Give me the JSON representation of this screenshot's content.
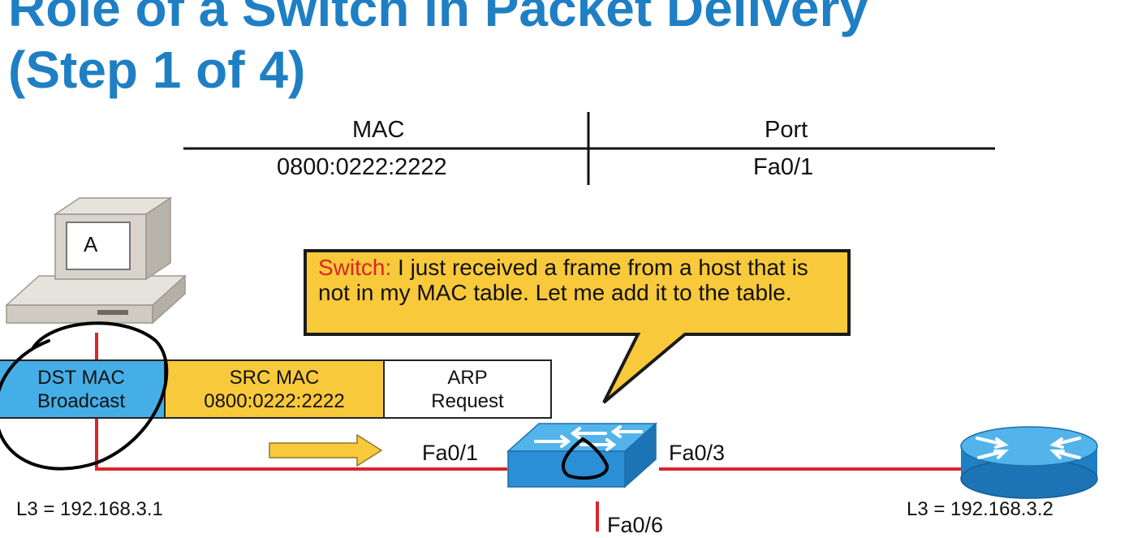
{
  "title": {
    "line1": "Role of a Switch in Packet Delivery",
    "line2": "(Step 1 of 4)"
  },
  "mac_table": {
    "headers": {
      "mac": "MAC",
      "port": "Port"
    },
    "rows": [
      {
        "mac": "0800:0222:2222",
        "port": "Fa0/1"
      }
    ]
  },
  "host": {
    "label": "A",
    "l3": "L3 = 192.168.3.1"
  },
  "callout": {
    "speaker": "Switch:",
    "message": " I just received a frame from a host that is not in my MAC table. Let me add it to the table."
  },
  "frame": {
    "dst": {
      "line1": "DST MAC",
      "line2": "Broadcast"
    },
    "src": {
      "line1": "SRC MAC",
      "line2": "0800:0222:2222"
    },
    "payload": {
      "line1": "ARP",
      "line2": "Request"
    }
  },
  "ports": {
    "left": "Fa0/1",
    "right": "Fa0/3",
    "down": "Fa0/6"
  },
  "router": {
    "l3": "L3 = 192.168.3.2"
  },
  "colors": {
    "title": "#1f7fc4",
    "link": "#d8262b",
    "callout_fill": "#f8c93a",
    "dst_fill": "#45aee6",
    "src_fill": "#f8c93a",
    "device_blue": "#2a8fd4"
  }
}
